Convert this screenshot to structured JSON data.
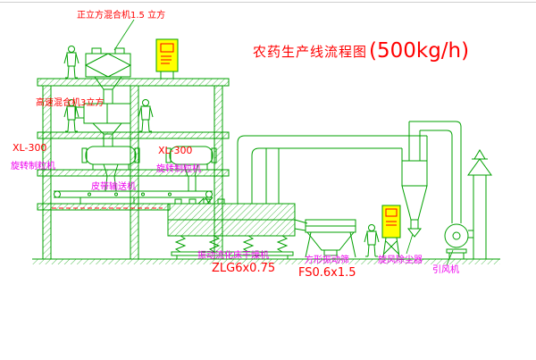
{
  "title": {
    "name": "农药生产线流程图",
    "capacity": "(500kg/h)"
  },
  "labels": {
    "cubic_mixer": "正立方混合机1.5 立方",
    "high_speed_mixer": "高速混合机3立方",
    "granulator_left_model": "XL-300",
    "granulator_left_name": "旋转制粒机",
    "granulator_mid_model": "XL-300",
    "granulator_mid_name": "旋转制粒机",
    "belt_conveyor": "皮带输送机",
    "dryer_name": "振动流化床干燥机",
    "dryer_model": "ZLG6x0.75",
    "sieve_name": "方形振动筛",
    "sieve_model": "FS0.6x1.5",
    "cyclone_name": "旋风除尘器",
    "fan_name": "引风机"
  },
  "colors": {
    "line": "#00a000",
    "model_text": "#ff0000",
    "label_text": "#ee00ee",
    "panel_fill": "#ffff00",
    "title_text": "#ff0000"
  }
}
